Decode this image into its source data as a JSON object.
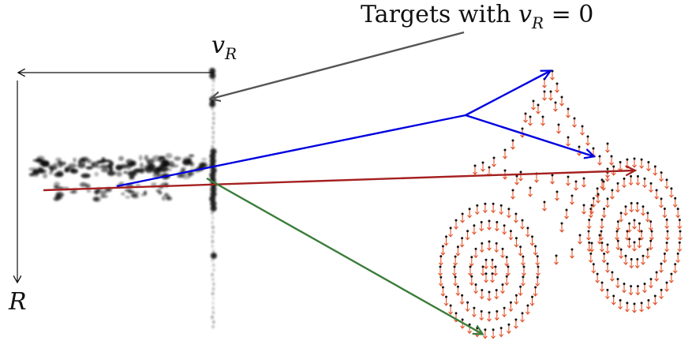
{
  "annotation": {
    "prefix": "Targets with ",
    "var": "v",
    "sub": "R",
    "eq": " = 0"
  },
  "axes": {
    "horizontal": {
      "var": "v",
      "sub": "R"
    },
    "vertical": {
      "var": "R"
    }
  },
  "colors": {
    "background": "#ffffff",
    "annotation_arrow": "#555555",
    "blue_arrows": "#0000e0",
    "red_arrow": "#a52020",
    "green_arrow": "#3a7d3a",
    "vector_field": "#e0471c",
    "point": "#111111"
  }
}
